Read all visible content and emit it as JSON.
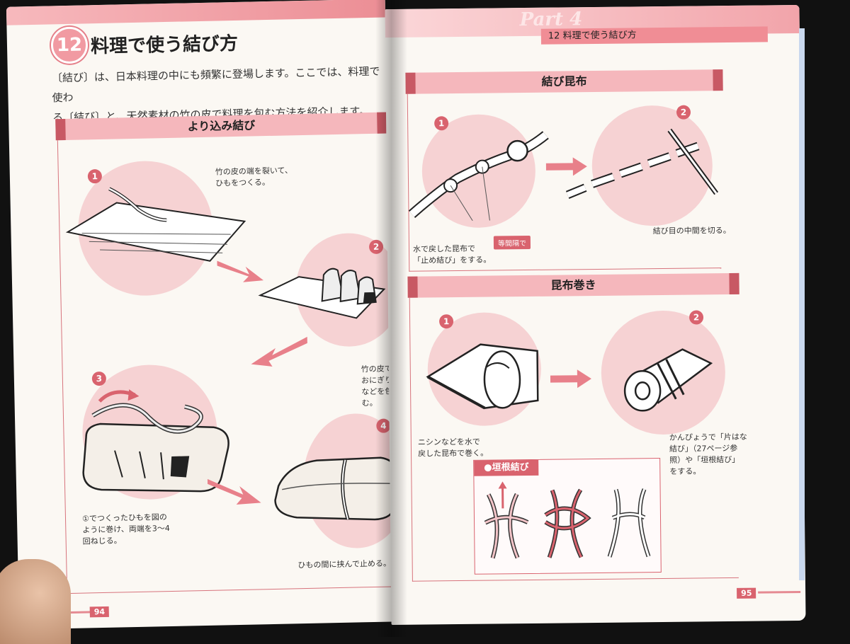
{
  "left_page": {
    "chapter_number": "12",
    "chapter_title": "料理で使う結び方",
    "intro_line1": "〔結び〕は、日本料理の中にも頻繁に登場します。ここでは、料理で使わ",
    "intro_line2": "る〔結び〕と、天然素材の竹の皮で料理を包む方法を紹介します。",
    "section_title": "より込み結び",
    "steps": [
      {
        "num": "1",
        "caption_l1": "竹の皮の端を裂いて、",
        "caption_l2": "ひもをつくる。"
      },
      {
        "num": "2",
        "caption_l1": "竹の皮でおにぎり",
        "caption_l2": "などを包む。"
      },
      {
        "num": "3",
        "caption_l1": "①でつくったひもを図の",
        "caption_l2": "ように巻け、両端を3～4",
        "caption_l3": "回ねじる。"
      },
      {
        "num": "4",
        "caption_l1": "ひもの間に挟んで止める。"
      }
    ],
    "page_number": "94"
  },
  "right_page": {
    "part_word": "Part 4",
    "running_head": "12 料理で使う結び方",
    "section1_title": "結び昆布",
    "section1_steps": [
      {
        "num": "1",
        "caption_l1": "水で戻した昆布で",
        "caption_l2": "「止め結び」をする。"
      },
      {
        "num": "2",
        "caption_l1": "結び目の中間を切る。"
      }
    ],
    "interval_tag": "等間隔で",
    "section2_title": "昆布巻き",
    "section2_steps": [
      {
        "num": "1",
        "caption_l1": "ニシンなどを水で",
        "caption_l2": "戻した昆布で巻く。"
      },
      {
        "num": "2",
        "caption_l1": "かんぴょうで「片はな",
        "caption_l2": "結び」（27ページ参",
        "caption_l3": "照）や「垣根結び」",
        "caption_l4": "をする。"
      }
    ],
    "box_title": "●垣根結び",
    "page_number": "95"
  }
}
